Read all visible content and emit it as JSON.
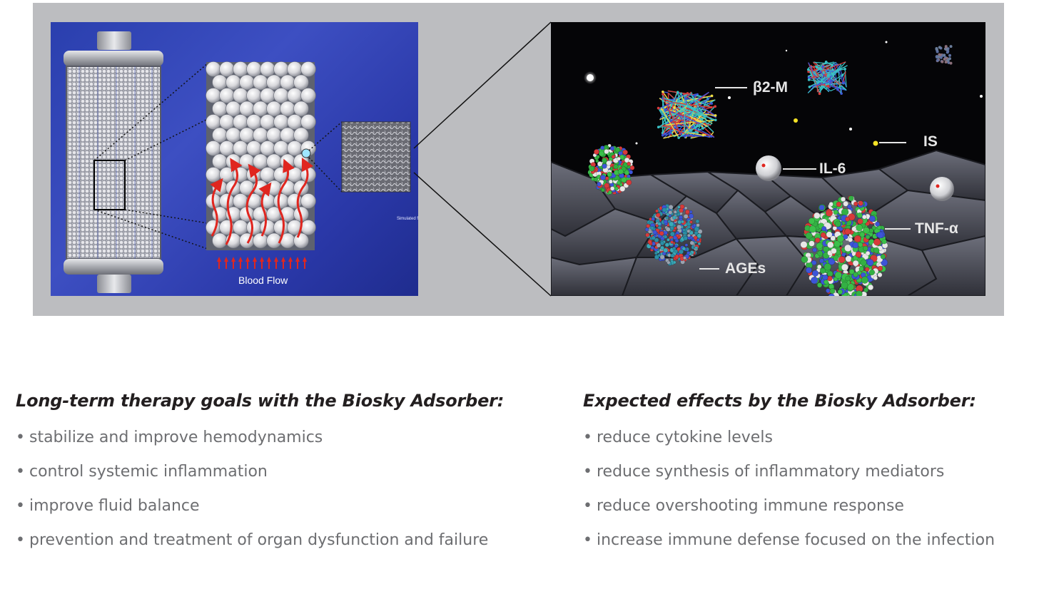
{
  "illustration": {
    "caption_small": "Simulated for illustrative purposes only",
    "blood_flow_label": "Blood Flow",
    "molecule_labels": {
      "b2m": "β2-M",
      "is": "IS",
      "il6": "IL-6",
      "tnf": "TNF-α",
      "ages": "AGEs"
    }
  },
  "left_column": {
    "heading": "Long-term therapy goals with the Biosky Adsorber:",
    "items": [
      "stabilize and improve hemodynamics",
      "control systemic inflammation",
      "improve fluid balance",
      "prevention and treatment of organ dysfunction and failure"
    ]
  },
  "right_column": {
    "heading": "Expected effects by the Biosky Adsorber:",
    "items": [
      "reduce cytokine levels",
      "reduce synthesis of inflammatory mediators",
      "reduce overshooting immune response",
      "increase immune defense focused on the infection"
    ]
  },
  "colors": {
    "panel_bg": "#bcbdc0",
    "left_bg": "#2f42b4",
    "right_bg": "#050507",
    "arrow_red": "#e0261f",
    "heading_text": "#231f20",
    "body_text": "#6d6e71"
  }
}
